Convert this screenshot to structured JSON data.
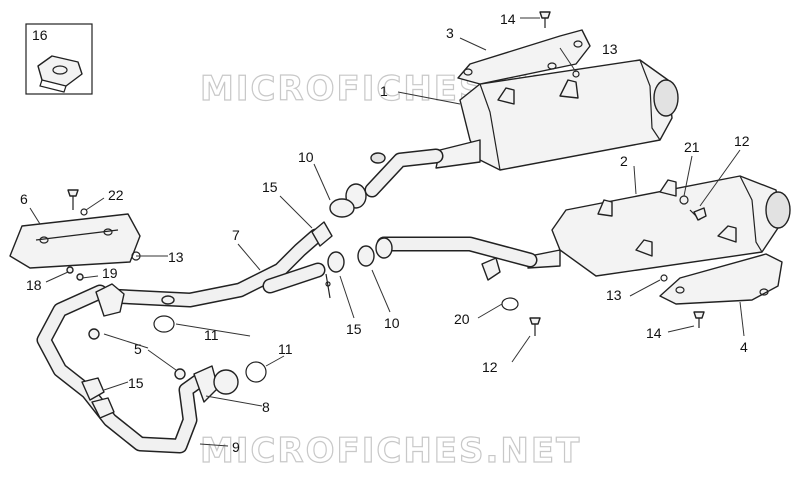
{
  "watermark": {
    "top": "MICROFICHES.NET",
    "bottom": "MICROFICHES.NET"
  },
  "callouts": {
    "c1": "1",
    "c2": "2",
    "c3": "3",
    "c4": "4",
    "c5": "5",
    "c6": "6",
    "c7": "7",
    "c8": "8",
    "c9": "9",
    "c10a": "10",
    "c10b": "10",
    "c11a": "11",
    "c11b": "11",
    "c12a": "12",
    "c12b": "12",
    "c13a": "13",
    "c13b": "13",
    "c13c": "13",
    "c14a": "14",
    "c14b": "14",
    "c15a": "15",
    "c15b": "15",
    "c15c": "15",
    "c16": "16",
    "c18": "18",
    "c19": "19",
    "c20": "20",
    "c21": "21",
    "c22": "22"
  }
}
